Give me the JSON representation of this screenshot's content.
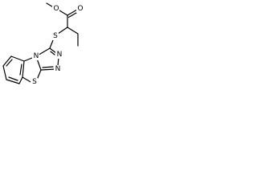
{
  "molecule": {
    "atoms": {
      "oxygen_carbonyl": "O",
      "oxygen_ester": "O",
      "sulfur_thioether": "S",
      "nitrogen_ring_fused": "N",
      "nitrogen_triazole_1": "N",
      "nitrogen_triazole_2": "N",
      "sulfur_thiazole": "S"
    },
    "colors": {
      "bond": "#000000",
      "label": "#000000",
      "background": "#ffffff"
    }
  }
}
